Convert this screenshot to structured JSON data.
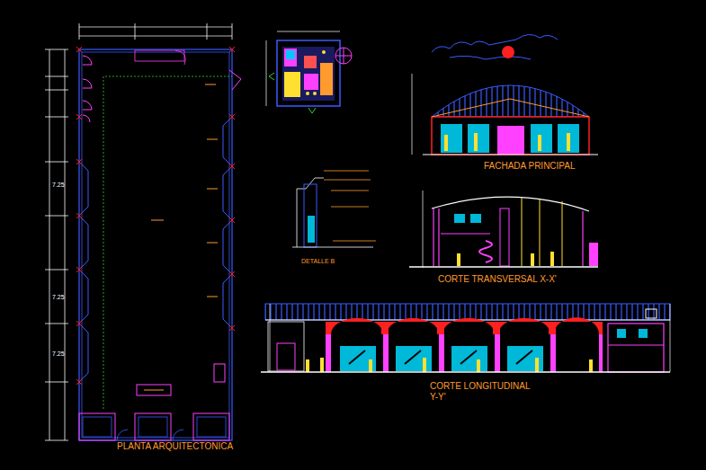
{
  "diagram": {
    "labels": [
      "PLANTA ARQUITECTONICA",
      "FACHADA PRINCIPAL",
      "CORTE TRANSVERSAL X-X'",
      "CORTE LONGITUDINAL Y-Y'",
      "DETALLE B",
      "7.25",
      "7.25",
      "7.25"
    ]
  }
}
